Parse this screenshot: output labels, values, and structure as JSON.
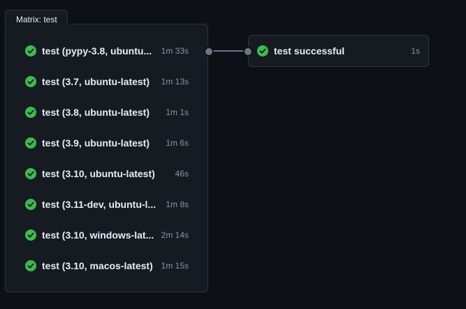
{
  "colors": {
    "background": "#0d1117",
    "panel": "#161b22",
    "border": "#30363d",
    "success": "#3fb950",
    "text": "#e6edf3",
    "muted": "#8b949e",
    "connector": "#6e7681"
  },
  "matrix": {
    "title": "Matrix: test",
    "jobs": [
      {
        "name": "test (pypy-3.8, ubuntu...",
        "duration": "1m 33s",
        "status_icon": "check-circle-icon"
      },
      {
        "name": "test (3.7, ubuntu-latest)",
        "duration": "1m 13s",
        "status_icon": "check-circle-icon"
      },
      {
        "name": "test (3.8, ubuntu-latest)",
        "duration": "1m 1s",
        "status_icon": "check-circle-icon"
      },
      {
        "name": "test (3.9, ubuntu-latest)",
        "duration": "1m 6s",
        "status_icon": "check-circle-icon"
      },
      {
        "name": "test (3.10, ubuntu-latest)",
        "duration": "46s",
        "status_icon": "check-circle-icon"
      },
      {
        "name": "test (3.11-dev, ubuntu-l...",
        "duration": "1m 8s",
        "status_icon": "check-circle-icon"
      },
      {
        "name": "test (3.10, windows-lat...",
        "duration": "2m 14s",
        "status_icon": "check-circle-icon"
      },
      {
        "name": "test (3.10, macos-latest)",
        "duration": "1m 15s",
        "status_icon": "check-circle-icon"
      }
    ]
  },
  "downstream": {
    "name": "test successful",
    "duration": "1s",
    "status_icon": "check-circle-icon"
  }
}
